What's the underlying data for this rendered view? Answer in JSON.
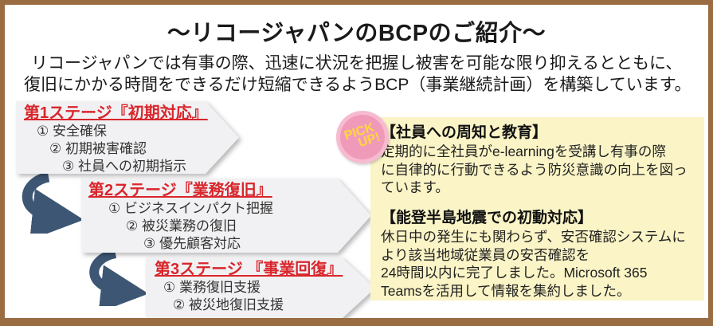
{
  "title": "～リコージャパンのBCPのご紹介～",
  "intro": {
    "lines": [
      "リコージャパンでは有事の際、迅速に状況を把握し被害を可能な限り抑えるとともに、",
      "復旧にかかる時間をできるだけ短縮できるようBCP（事業継続計画）を構築しています。"
    ]
  },
  "stages": [
    {
      "heading": "第1ステージ『初期対応』",
      "items": [
        "① 安全確保",
        "② 初期被害確認",
        "③ 社員への初期指示"
      ]
    },
    {
      "heading": "第2ステージ『業務復旧』",
      "items": [
        "① ビジネスインパクト把握",
        "② 被災業務の復旧",
        "③ 優先顧客対応"
      ]
    },
    {
      "heading": "第3ステージ 『事業回復』",
      "items": [
        "① 業務復旧支援",
        "② 被災地復旧支援"
      ]
    }
  ],
  "pickup_badge": {
    "line1": "PICK",
    "line2": "UP!"
  },
  "pickup_panel": {
    "sections": [
      {
        "heading": "【社員への周知と教育】",
        "body": [
          "定期的に全社員がe-learningを受講し有事の際",
          "に自律的に行動できるよう防災意識の向上を図っ",
          "ています。"
        ]
      },
      {
        "heading": "【能登半島地震での初動対応】",
        "body": [
          "休日中の発生にも関わらず、安否確認システムに",
          "より該当地域従業員の安否確認を",
          "24時間以内に完了しました。Microsoft 365",
          "Teamsを活用して情報を集約しました。"
        ]
      }
    ]
  },
  "colors": {
    "border_brown": "#9a6c42",
    "stage_heading_red": "#d9262c",
    "stage_box_gray": "#f1f1f3",
    "arrow_navy": "#3d5674",
    "panel_yellow": "#faf4c6",
    "badge_pink_outer": "#f7bbd1",
    "badge_pink_inner": "#f09ab9",
    "badge_text_yellow": "#ffd83a"
  }
}
